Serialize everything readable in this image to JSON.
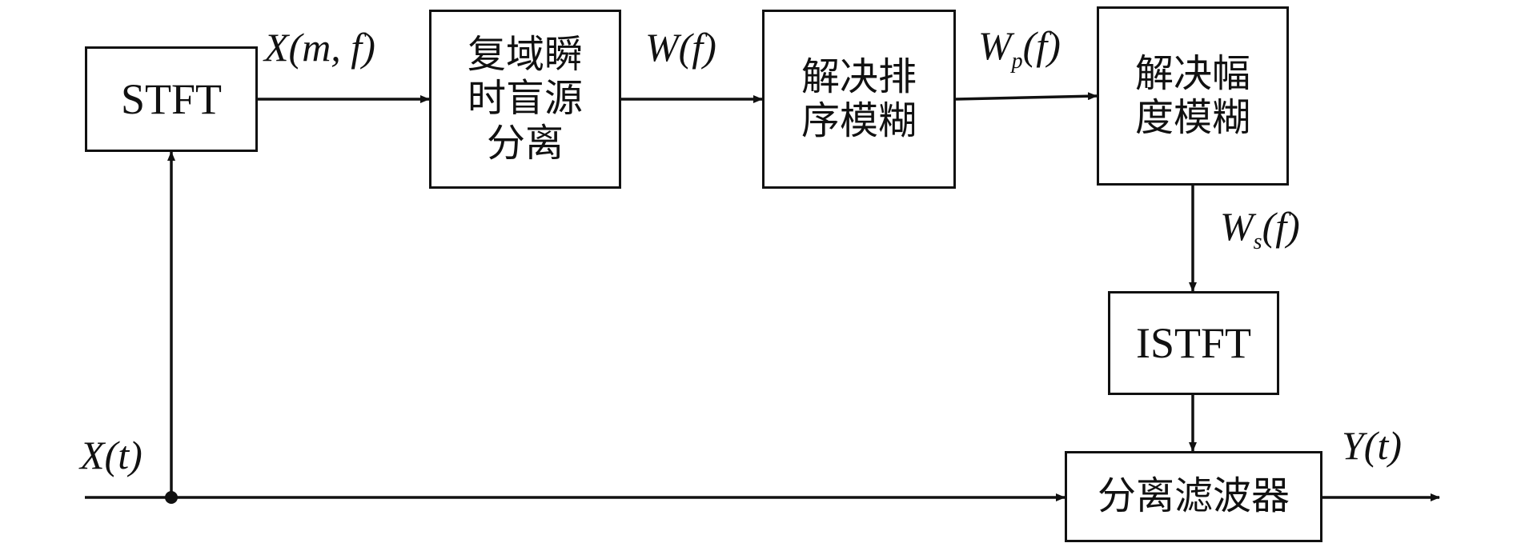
{
  "diagram": {
    "blocks": {
      "stft": "STFT",
      "complex_bss": "复域瞬\n时盲源\n分离",
      "permutation": "解决排\n序模糊",
      "amplitude": "解决幅\n度模糊",
      "istft": "ISTFT",
      "separation_filter": "分离滤波器"
    },
    "signals": {
      "input": "X(t)",
      "stft_output": "X(m, f)",
      "bss_output": "W(f)",
      "perm_output_main": "W",
      "perm_output_sub": "p",
      "perm_output_arg": "(f)",
      "amp_output_main": "W",
      "amp_output_sub": "s",
      "amp_output_arg": "(f)",
      "output": "Y(t)"
    }
  }
}
